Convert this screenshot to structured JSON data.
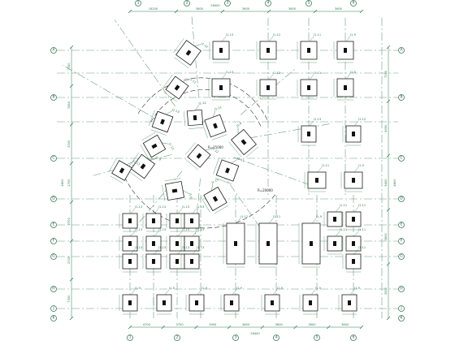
{
  "drawing": {
    "top_dims": [
      "16200",
      "3600",
      "3600",
      "3600",
      "3600"
    ],
    "top_total": "28400",
    "bottom_dims": [
      "4700",
      "3750",
      "3900",
      "3600",
      "3600",
      "3600",
      "3600"
    ],
    "bottom_total": "28400",
    "left_dims": [
      "7350",
      "7450",
      "3300",
      "2700",
      "2700",
      "2700",
      "7300"
    ],
    "left_total": "4800",
    "right_dims": [
      "7350",
      "4990",
      "5400",
      "3850",
      "3900"
    ],
    "right_total": "4800",
    "radius_labels": [
      "R=15000",
      "R=20000"
    ],
    "footing_tags": [
      "J1-13",
      "J1-12",
      "J1-11",
      "J1-9"
    ],
    "top_axis_labels": [
      "1",
      "2",
      "3",
      "4",
      "5",
      "6"
    ],
    "left_axis_labels": [
      "A",
      "B",
      "C",
      "D",
      "E",
      "F",
      "G",
      "H",
      "J",
      "K"
    ]
  }
}
